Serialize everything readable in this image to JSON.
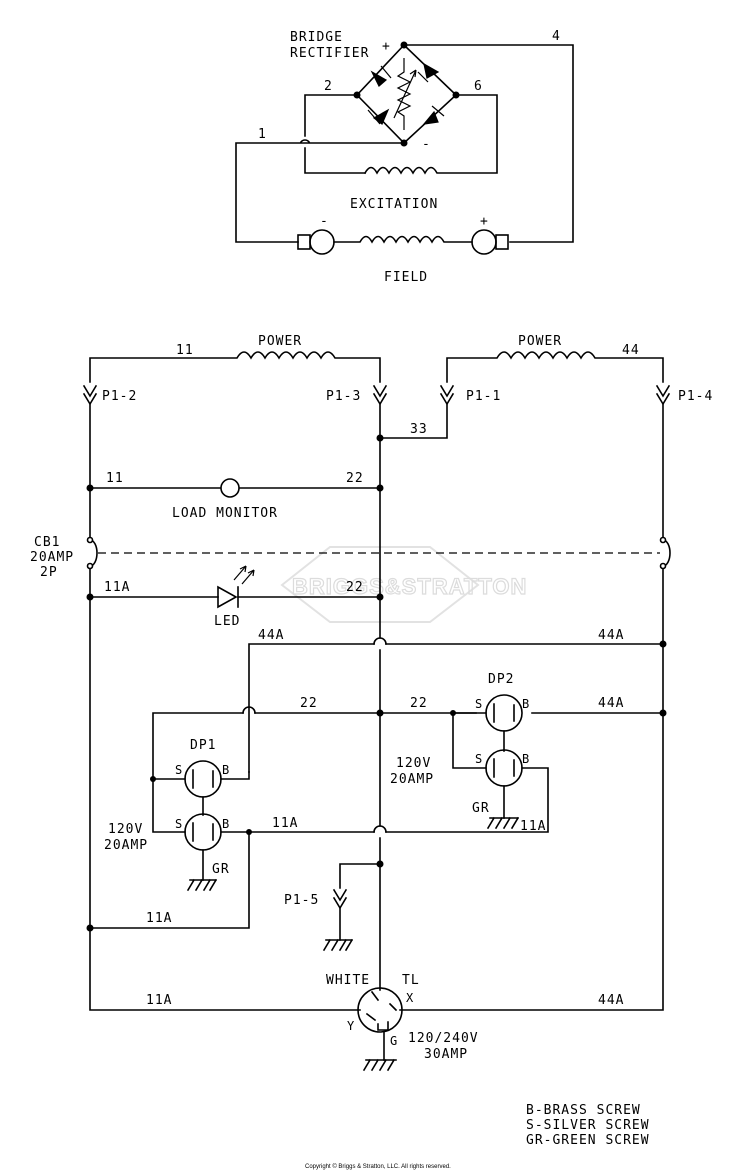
{
  "labels": {
    "bridge_line1": "BRIDGE",
    "bridge_line2": "RECTIFIER",
    "plus_top": "+",
    "minus_bridge": "-",
    "wire_1": "1",
    "wire_2": "2",
    "wire_4": "4",
    "wire_6": "6",
    "excitation": "EXCITATION",
    "field": "FIELD",
    "field_minus": "-",
    "field_plus": "+",
    "power_left": "POWER",
    "power_right": "POWER",
    "wire_11": "11",
    "wire_44": "44",
    "p1_2": "P1-2",
    "p1_3": "P1-3",
    "p1_1": "P1-1",
    "p1_4": "P1-4",
    "wire_33": "33",
    "wire_11b": "11",
    "wire_22": "22",
    "load_monitor": "LOAD MONITOR",
    "cb1_1": "CB1",
    "cb1_2": "20AMP",
    "cb1_3": "2P",
    "wire_11a": "11A",
    "wire_22b": "22",
    "led": "LED",
    "wire_44a_l": "44A",
    "wire_44a_r": "44A",
    "dp2": "DP2",
    "wire_22c": "22",
    "wire_22d": "22",
    "wire_44a_3": "44A",
    "dp1": "DP1",
    "s": "S",
    "b": "B",
    "rating_r1": "120V",
    "rating_r2": "20AMP",
    "gr": "GR",
    "wire_11a_r": "11A",
    "rating_l1": "120V",
    "rating_l2": "20AMP",
    "wire_11a_mid": "11A",
    "p1_5": "P1-5",
    "wire_11a_low": "11A",
    "white": "WHITE",
    "tl": "TL",
    "wire_11a_bot": "11A",
    "wire_44a_bot": "44A",
    "x": "X",
    "y": "Y",
    "g": "G",
    "rating_tl1": "120/240V",
    "rating_tl2": "30AMP",
    "legend_b": "B-BRASS SCREW",
    "legend_s": "S-SILVER SCREW",
    "legend_gr": "GR-GREEN SCREW",
    "watermark": "BRIGGS&STRATTON",
    "copyright": "Copyright © Briggs & Stratton, LLC. All rights reserved."
  }
}
